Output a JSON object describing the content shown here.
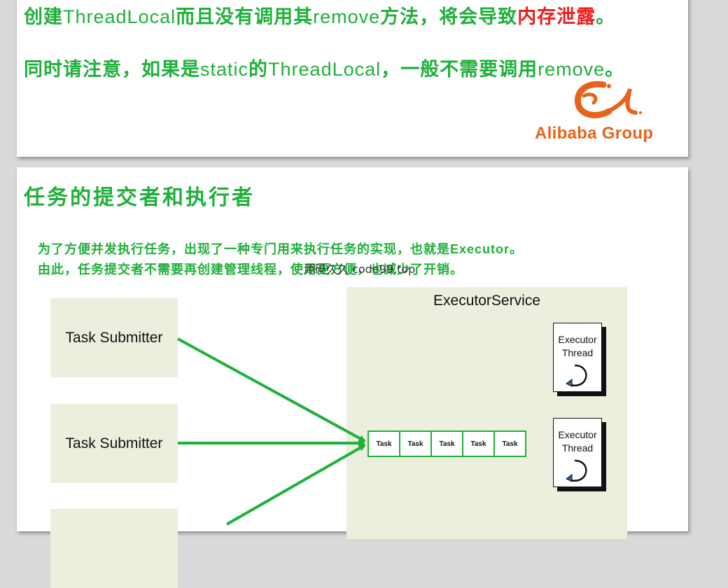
{
  "slide1": {
    "line1_a": "创建",
    "line1_b": "ThreadLocal",
    "line1_c": "而且没有调用其",
    "line1_d": "remove",
    "line1_e": "方法，将会导致",
    "line1_f": "内存泄露",
    "line1_g": "。",
    "line2_a": "同时请注意，如果是",
    "line2_b": "static",
    "line2_c": "的",
    "line2_d": "ThreadLocal",
    "line2_e": "，一般不需要调用",
    "line2_f": "remove",
    "line2_g": "。",
    "logo_text": "Alibaba Group"
  },
  "slide2": {
    "title": "任务的提交者和执行者",
    "desc1_a": "为了方便并发执行任务，出现了一种专门用来执行任务的实现，也就是",
    "desc1_b": "Executor",
    "desc1_c": "。",
    "desc2": "由此，任务提交者不需要再创建管理线程，使用更方便，也减少了开销。",
    "watermark": "源码久久 code99.top",
    "submitters": [
      "Task Submitter",
      "Task Submitter"
    ],
    "service_title": "ExecutorService",
    "tasks": [
      "Task",
      "Task",
      "Task",
      "Task",
      "Task"
    ],
    "threads": [
      {
        "line1": "Executor",
        "line2": "Thread"
      },
      {
        "line1": "Executor",
        "line2": "Thread"
      }
    ]
  },
  "colors": {
    "green": "#1fb03a",
    "red": "#e8201d",
    "alibaba_orange": "#e8621a",
    "diagram_box": "#ebf0de"
  }
}
